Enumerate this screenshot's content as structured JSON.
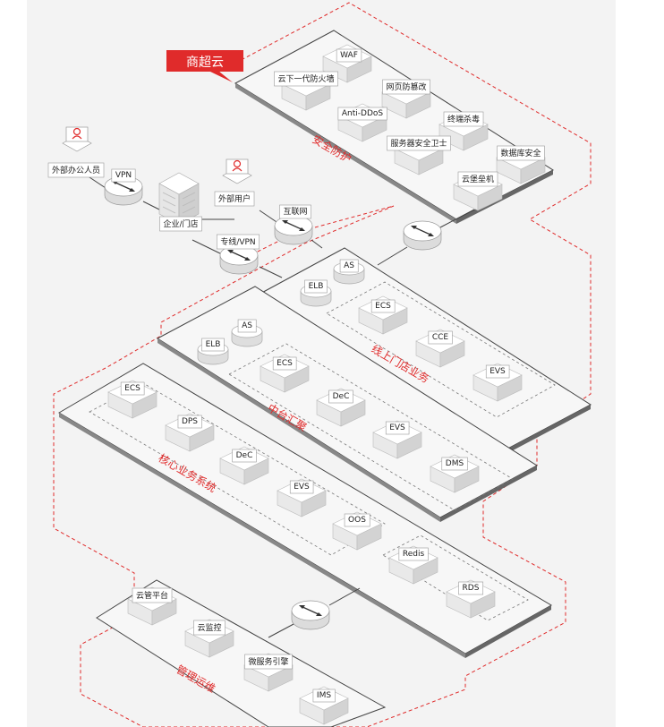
{
  "badge": "商超云",
  "zones": {
    "security": "安全防护",
    "store": "线上门店业务",
    "middle": "中台汇聚",
    "core": "核心业务系统",
    "ops": "管理运维"
  },
  "actors": {
    "remote_staff": "外部办公人员",
    "external_user": "外部用户",
    "enterprise": "企业/门店"
  },
  "links": {
    "vpn": "VPN",
    "internet": "互联网",
    "dedicated_line": "专线/VPN"
  },
  "security_items": [
    "WAF",
    "云下一代防火墙",
    "网页防篡改",
    "Anti-DDoS",
    "终端杀毒",
    "服务器安全卫士",
    "数据库安全",
    "云堡垒机"
  ],
  "store_items": {
    "as": "AS",
    "elb": "ELB",
    "ecs": "ECS",
    "cce": "CCE",
    "evs": "EVS"
  },
  "middle_items": {
    "as": "AS",
    "elb": "ELB",
    "ecs": "ECS",
    "dec": "DeC",
    "evs": "EVS",
    "dms": "DMS"
  },
  "core_items": [
    "ECS",
    "DPS",
    "DeC",
    "EVS",
    "OOS",
    "Redis",
    "RDS"
  ],
  "ops_items": [
    "云管平台",
    "云监控",
    "微服务引擎",
    "IMS"
  ],
  "colors": {
    "accent": "#e02b2b",
    "line": "#555555",
    "box_top": "#ffffff",
    "box_left": "#e9e9e9",
    "box_right": "#d4d4d4"
  }
}
